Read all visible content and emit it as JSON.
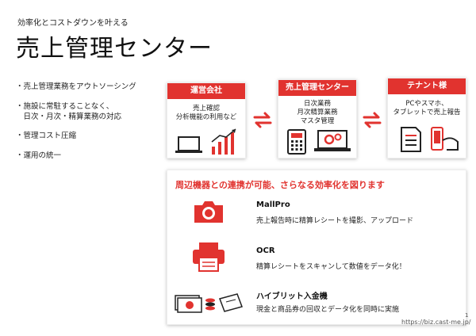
{
  "header": {
    "subtitle": "効率化とコストダウンを叶える",
    "title": "売上管理センター"
  },
  "bullets": [
    "・売上管理業務をアウトソーシング",
    "・施設に常駐することなく、\n　日次・月次・精算業務の対応",
    "・管理コスト圧縮",
    "・運用の統一"
  ],
  "cards": {
    "operator": {
      "title": "運営会社",
      "lines": [
        "売上確認",
        "分析機能の利用など"
      ]
    },
    "center": {
      "title": "売上管理センター",
      "lines": [
        "日次業務",
        "月次精算業務",
        "マスタ管理"
      ]
    },
    "tenant": {
      "title": "テナント様",
      "lines": [
        "PCやスマホ、",
        "タブレットで売上報告"
      ]
    }
  },
  "panel": {
    "title": "周辺機器との連携が可能、さらなる効率化を図ります",
    "features": [
      {
        "name": "MallPro",
        "desc": "売上報告時に精算レシートを撮影、アップロード",
        "icon": "camera-icon"
      },
      {
        "name": "OCR",
        "desc": "精算レシートをスキャンして数値をデータ化！",
        "icon": "printer-icon"
      },
      {
        "name": "ハイブリット入金機",
        "desc": "現金と商品券の回収とデータ化を同時に実施",
        "icon": "cash-icon"
      }
    ]
  },
  "footer": {
    "url": "https://biz.cast-me.jp/",
    "tail": "1"
  },
  "colors": {
    "accent": "#e1332f"
  }
}
